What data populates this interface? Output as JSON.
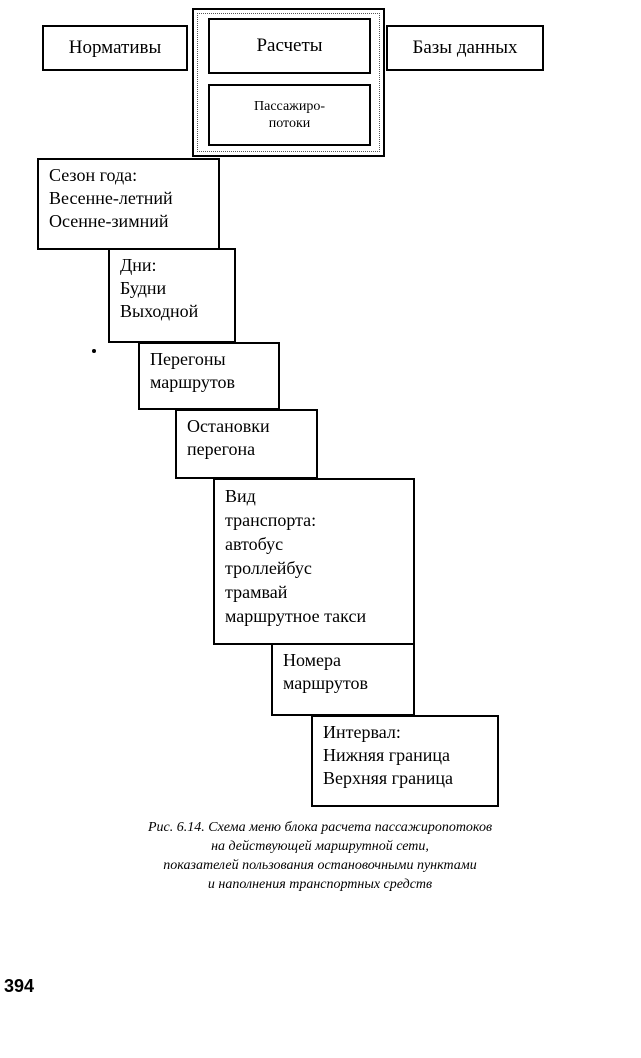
{
  "menu": {
    "normativy": "Нормативы",
    "raschety": "Расчеты",
    "bazy": "Базы данных",
    "passazhiropotoki": [
      "Пассажиро-",
      "потоки"
    ]
  },
  "steps": {
    "season": [
      "Сезон года:",
      "Весенне-летний",
      "Осенне-зимний"
    ],
    "days": [
      "Дни:",
      "Будни",
      "Выходной"
    ],
    "route_segments": [
      "Перегоны",
      "маршрутов"
    ],
    "segment_stops": [
      "Остановки",
      "перегона"
    ],
    "transport_type": [
      "Вид",
      "транспорта:",
      "автобус",
      "троллейбус",
      "трамвай",
      "маршрутное такси"
    ],
    "route_numbers": [
      "Номера",
      "маршрутов"
    ],
    "interval": [
      "Интервал:",
      "Нижняя граница",
      "Верхняя граница"
    ]
  },
  "caption": [
    "Рис. 6.14. Схема меню блока расчета пассажиропотоков",
    "на действующей маршрутной сети,",
    "показателей пользования остановочными пунктами",
    "и наполнения транспортных средств"
  ],
  "page_number": "394"
}
